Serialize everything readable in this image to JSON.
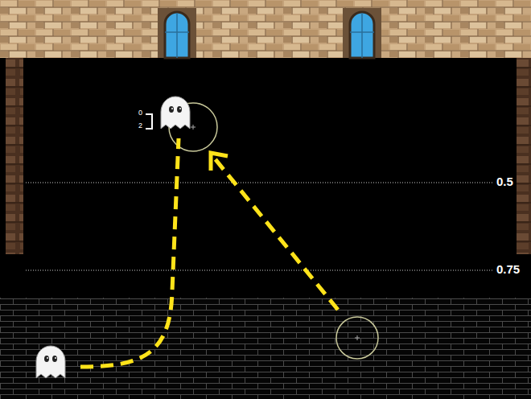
{
  "diagram": {
    "labels": [
      "0",
      "2",
      "0.5",
      "0.75"
    ]
  }
}
